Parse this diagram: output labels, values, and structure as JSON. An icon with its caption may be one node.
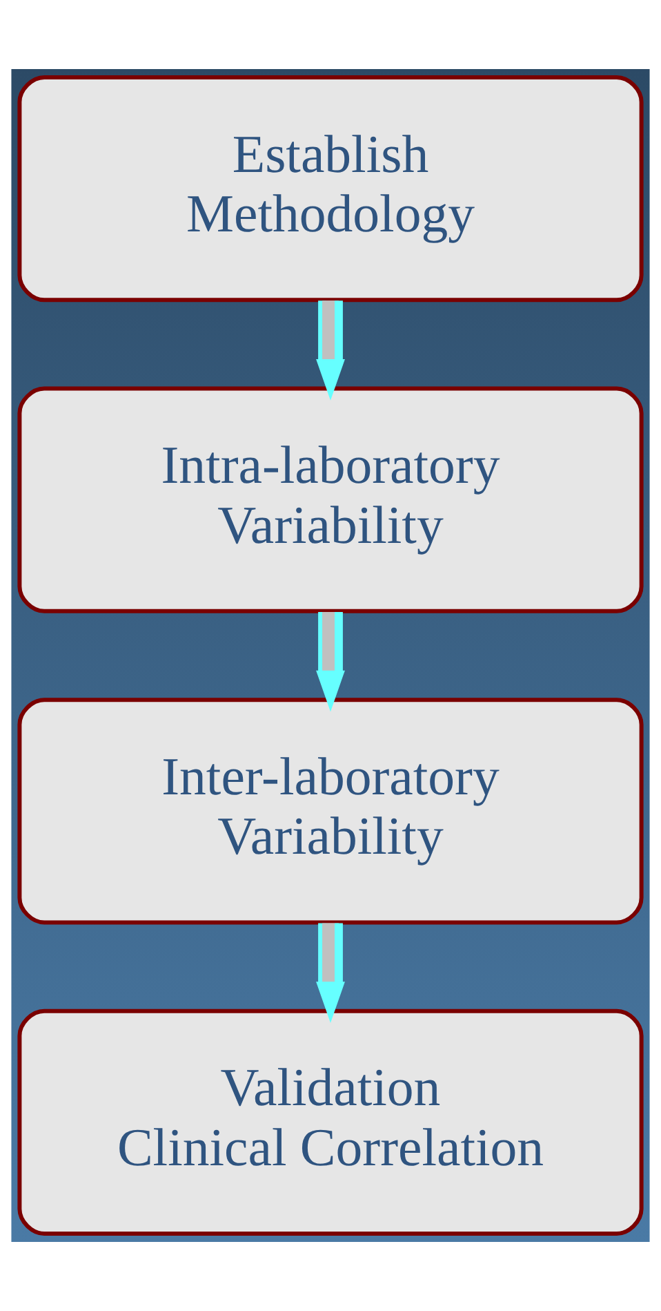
{
  "diagram": {
    "nodes": [
      {
        "text": [
          "Establish Methodology"
        ]
      },
      {
        "text": [
          "Intra-laboratory Variability"
        ]
      },
      {
        "text": [
          "Inter-laboratory Variability"
        ]
      },
      {
        "text": [
          "Validation",
          "Clinical Correlation"
        ]
      }
    ],
    "edges": [
      {
        "from": 0,
        "to": 1,
        "arrow": "to"
      },
      {
        "from": 1,
        "to": 2,
        "arrow": "to"
      },
      {
        "from": 2,
        "to": 3,
        "arrow": "to"
      }
    ]
  }
}
